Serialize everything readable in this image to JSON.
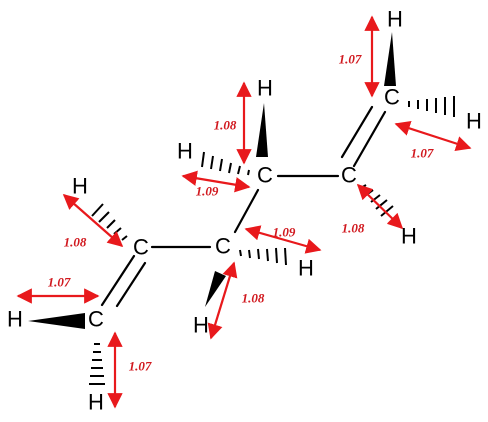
{
  "colors": {
    "bond": "#000000",
    "arrow": "#e8191c",
    "label": "#d1191f",
    "background": "#ffffff"
  },
  "atoms": [
    {
      "id": "c1",
      "symbol": "C"
    },
    {
      "id": "c2",
      "symbol": "C"
    },
    {
      "id": "c3",
      "symbol": "C"
    },
    {
      "id": "c4",
      "symbol": "C"
    },
    {
      "id": "c5",
      "symbol": "C"
    },
    {
      "id": "c6",
      "symbol": "C"
    },
    {
      "id": "h1",
      "symbol": "H"
    },
    {
      "id": "h2",
      "symbol": "H"
    },
    {
      "id": "h3",
      "symbol": "H"
    },
    {
      "id": "h4",
      "symbol": "H"
    },
    {
      "id": "h5",
      "symbol": "H"
    },
    {
      "id": "h6",
      "symbol": "H"
    },
    {
      "id": "h7",
      "symbol": "H"
    },
    {
      "id": "h8",
      "symbol": "H"
    },
    {
      "id": "h9",
      "symbol": "H"
    },
    {
      "id": "h10",
      "symbol": "H"
    }
  ],
  "bond_lengths": [
    {
      "id": "m1",
      "label": "1.07"
    },
    {
      "id": "m2",
      "label": "1.07"
    },
    {
      "id": "m3",
      "label": "1.08"
    },
    {
      "id": "m4",
      "label": "1.08"
    },
    {
      "id": "m5",
      "label": "1.09"
    },
    {
      "id": "m6",
      "label": "1.09"
    },
    {
      "id": "m7",
      "label": "1.08"
    },
    {
      "id": "m8",
      "label": "1.08"
    },
    {
      "id": "m9",
      "label": "1.07"
    },
    {
      "id": "m10",
      "label": "1.07"
    }
  ]
}
